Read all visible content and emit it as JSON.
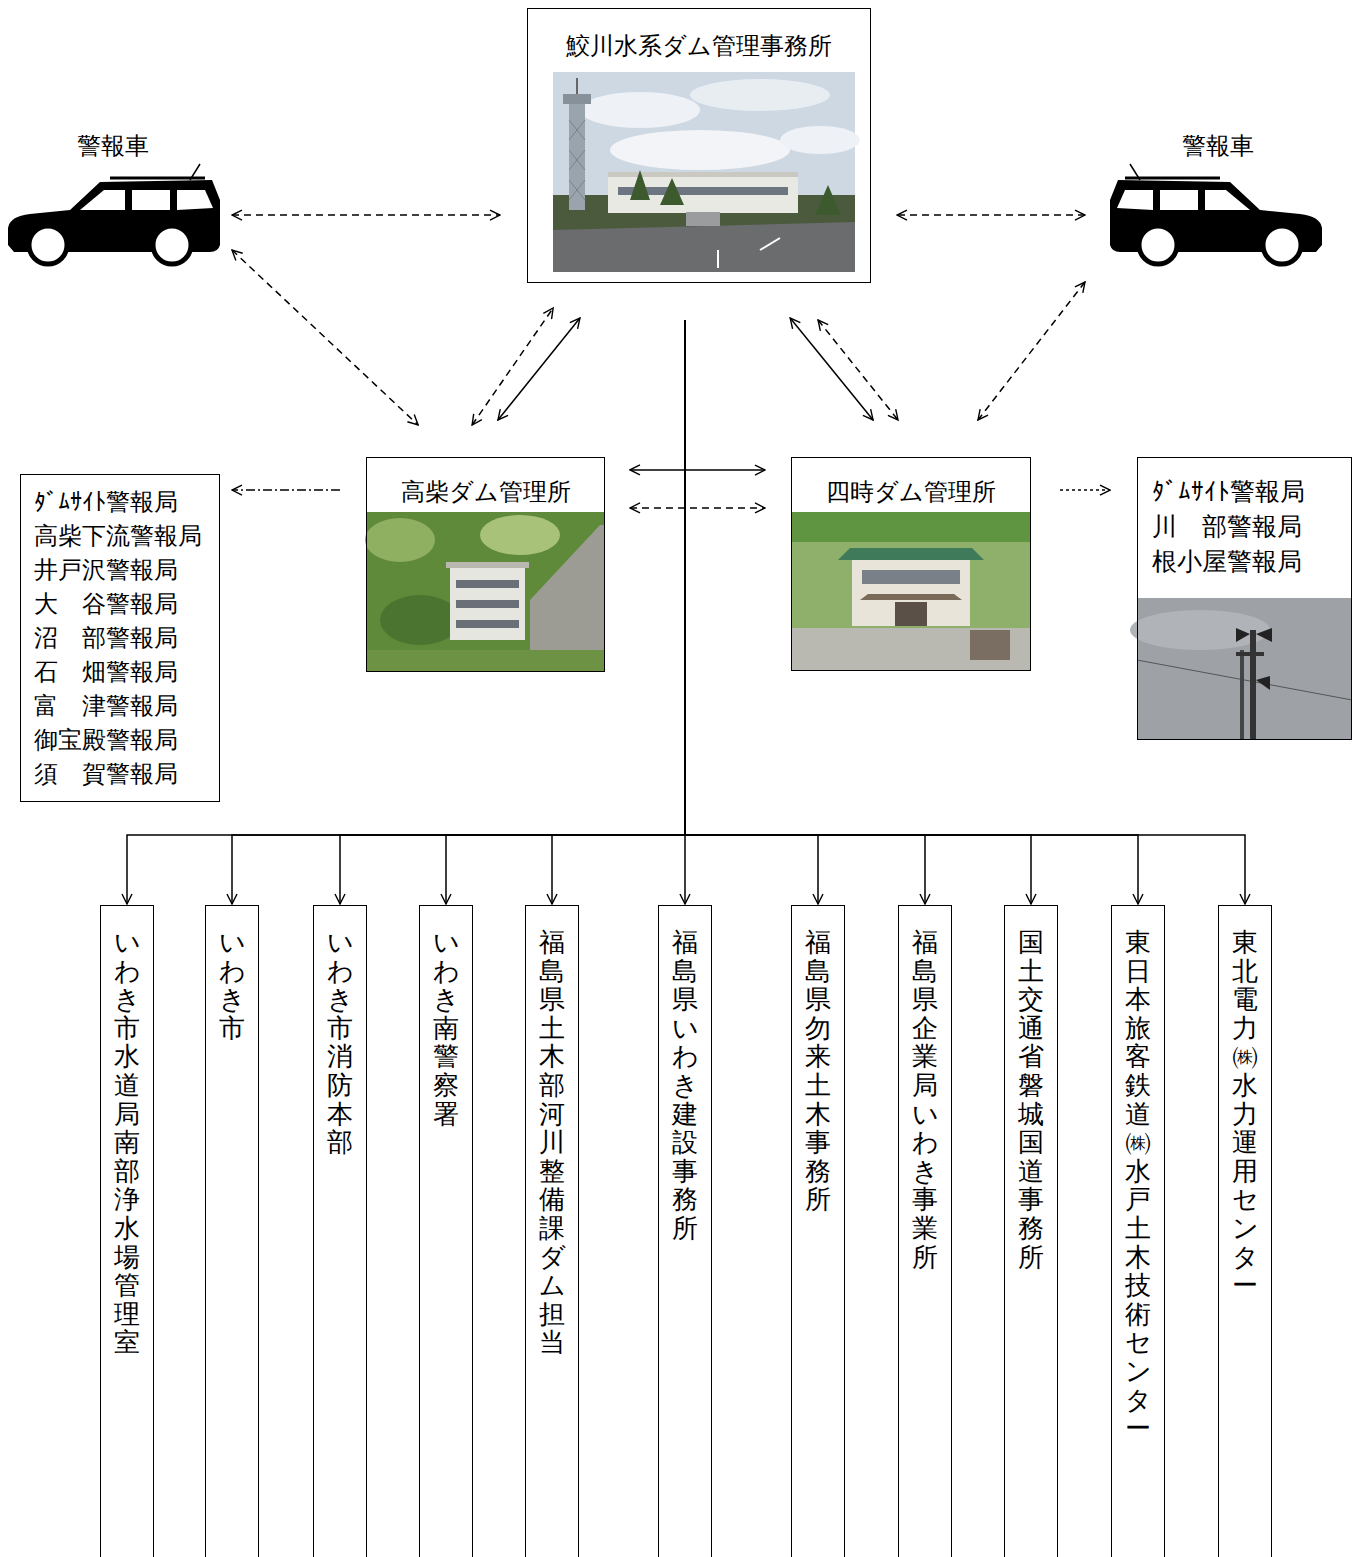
{
  "diagram": {
    "nodes": [
      {
        "text": [
          "鮫川水系ダム管理事務所"
        ]
      },
      {
        "text": [
          "警報車"
        ]
      },
      {
        "text": [
          "警報車"
        ]
      },
      {
        "text": [
          "高柴ダム管理所"
        ]
      },
      {
        "text": [
          "四時ダム管理所"
        ]
      },
      {
        "text": [
          "ﾀﾞﾑｻｲﾄ警報局",
          "高柴下流警報局",
          "井戸沢警報局",
          "大　谷警報局",
          "沼　部警報局",
          "石　畑警報局",
          "富　津警報局",
          "御宝殿警報局",
          "須　賀警報局"
        ]
      },
      {
        "text": [
          "ﾀﾞﾑｻｲﾄ警報局",
          "川　部警報局",
          "根小屋警報局"
        ]
      },
      {
        "text": [
          "いわき市水道局南部浄水場管理室"
        ]
      },
      {
        "text": [
          "いわき市"
        ]
      },
      {
        "text": [
          "いわき市消防本部"
        ]
      },
      {
        "text": [
          "いわき南警察署"
        ]
      },
      {
        "text": [
          "福島県土木部河川整備課ダム担当"
        ]
      },
      {
        "text": [
          "福島県いわき建設事務所"
        ]
      },
      {
        "text": [
          "福島県勿来土木事務所"
        ]
      },
      {
        "text": [
          "福島県企業局いわき事業所"
        ]
      },
      {
        "text": [
          "国土交通省磐城国道事務所"
        ]
      },
      {
        "text": [
          "東日本旅客鉄道㈱水戸土木技術センター"
        ]
      },
      {
        "text": [
          "東北電力㈱水力運用センター"
        ]
      }
    ],
    "edges": [
      {
        "from": 1,
        "to": 0,
        "arrow": "both"
      },
      {
        "from": 2,
        "to": 0,
        "arrow": "both"
      },
      {
        "from": 1,
        "to": 3,
        "arrow": "both"
      },
      {
        "from": 3,
        "to": 0,
        "arrow": "both"
      },
      {
        "from": 3,
        "to": 0,
        "arrow": "both"
      },
      {
        "from": 0,
        "to": 4,
        "arrow": "both"
      },
      {
        "from": 0,
        "to": 4,
        "arrow": "both"
      },
      {
        "from": 2,
        "to": 4,
        "arrow": "both"
      },
      {
        "from": 3,
        "to": 4,
        "arrow": "both"
      },
      {
        "from": 3,
        "to": 4,
        "arrow": "both"
      },
      {
        "from": 3,
        "to": 5,
        "arrow": "to"
      },
      {
        "from": 4,
        "to": 6,
        "arrow": "to"
      },
      {
        "from": 0,
        "to": 7,
        "arrow": "to"
      },
      {
        "from": 0,
        "to": 8,
        "arrow": "to"
      },
      {
        "from": 0,
        "to": 9,
        "arrow": "to"
      },
      {
        "from": 0,
        "to": 10,
        "arrow": "to"
      },
      {
        "from": 0,
        "to": 11,
        "arrow": "to"
      },
      {
        "from": 0,
        "to": 12,
        "arrow": "to"
      },
      {
        "from": 0,
        "to": 13,
        "arrow": "to"
      },
      {
        "from": 0,
        "to": 14,
        "arrow": "to"
      },
      {
        "from": 0,
        "to": 15,
        "arrow": "to"
      },
      {
        "from": 0,
        "to": 16,
        "arrow": "to"
      },
      {
        "from": 0,
        "to": 17,
        "arrow": "to"
      }
    ]
  }
}
